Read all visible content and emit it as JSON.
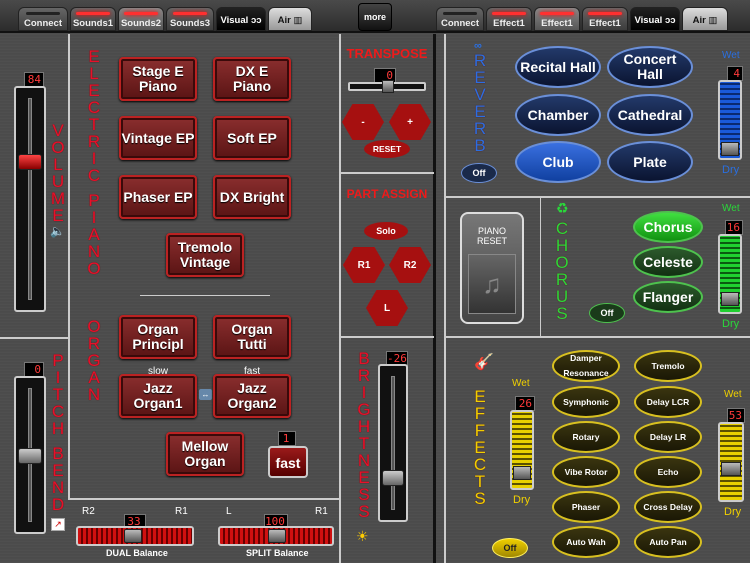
{
  "left_tabs": [
    "Connect",
    "Sounds1",
    "Sounds2",
    "Sounds3",
    "Visual",
    "Air"
  ],
  "right_tabs": [
    "Connect",
    "Effect1",
    "Effect1",
    "Effect1",
    "Visual",
    "Air"
  ],
  "more_label": "more",
  "volume": {
    "label": "VOLUME",
    "value": "84",
    "level": 0.84
  },
  "pitch_bend": {
    "label": "PITCH BEND",
    "value": "0",
    "level": 0.5
  },
  "electric_piano": {
    "label": "ELECTRIC PIANO",
    "presets": [
      "Stage E Piano",
      "DX E Piano",
      "Vintage EP",
      "Soft EP",
      "Phaser EP",
      "DX Bright",
      "Tremolo Vintage"
    ]
  },
  "organ": {
    "label": "ORGAN",
    "presets": [
      "Organ Principl",
      "Organ Tutti",
      "Jazz Organ1",
      "Jazz Organ2",
      "Mellow Organ"
    ],
    "slow_label": "slow",
    "fast_label": "fast",
    "speed_value": "1",
    "speed_button": "fast"
  },
  "dual_balance": {
    "label": "DUAL Balance",
    "left": "R2",
    "right": "R1",
    "value": "33"
  },
  "split_balance": {
    "label": "SPLIT Balance",
    "left": "L",
    "right": "R1",
    "value": "100"
  },
  "transpose": {
    "title": "TRANSPOSE",
    "value": "0",
    "minus": "-",
    "plus": "+",
    "reset": "RESET"
  },
  "part_assign": {
    "title": "PART ASSIGN",
    "solo": "Solo",
    "r1": "R1",
    "r2": "R2",
    "l": "L"
  },
  "brightness": {
    "label": "BRIGHTNESS",
    "value": "-26"
  },
  "reverb": {
    "label": "REVERB",
    "presets": [
      "Recital Hall",
      "Concert Hall",
      "Chamber",
      "Cathedral",
      "Club",
      "Plate"
    ],
    "selected": "Club",
    "off": "Off",
    "wet": "Wet",
    "dry": "Dry",
    "value": "4"
  },
  "chorus": {
    "label": "CHORUS",
    "piano_reset": "PIANO RESET",
    "presets": [
      "Chorus",
      "Celeste",
      "Flanger"
    ],
    "selected": "Chorus",
    "off": "Off",
    "wet": "Wet",
    "dry": "Dry",
    "value": "16"
  },
  "effects": {
    "label": "EFFECTS",
    "left_col": [
      "Damper Resonance",
      "Symphonic",
      "Rotary",
      "Vibe Rotor",
      "Phaser",
      "Auto Wah"
    ],
    "right_col": [
      "Tremolo",
      "Delay LCR",
      "Delay LR",
      "Echo",
      "Cross Delay",
      "Auto Pan"
    ],
    "off": "Off",
    "wet1": "Wet",
    "dry1": "Dry",
    "value1": "26",
    "wet2": "Wet",
    "dry2": "Dry",
    "value2": "53"
  },
  "colors": {
    "red": "#e8102a",
    "blue": "#2a6fe0",
    "green": "#2ad83a",
    "yellow": "#f0d000"
  }
}
